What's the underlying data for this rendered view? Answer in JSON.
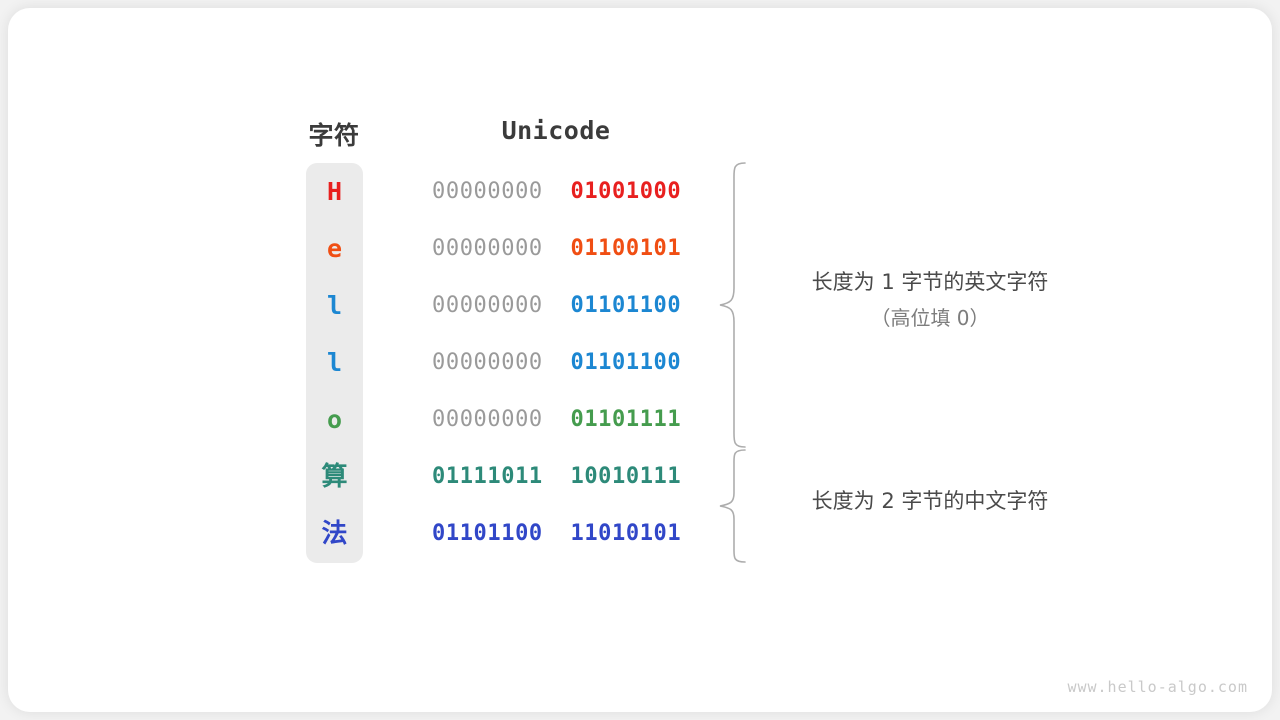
{
  "diagram": {
    "title_char_column": "字符",
    "title_unicode_column": "Unicode",
    "watermark": "www.hello-algo.com",
    "colors": {
      "background": "#f2f2f2",
      "card": "#ffffff",
      "char_column_pill": "#ebebeb",
      "padding_byte": "#9a9a9a",
      "header_text": "#3b3b3b",
      "annotation_text": "#4a4a4a",
      "annotation_sub_text": "#7d7d7d",
      "brace_stroke": "#adadad",
      "watermark_text": "#c9c9c9"
    },
    "rows": [
      {
        "char": "H",
        "script": "latin",
        "color": "#e8201f",
        "high_byte": "00000000",
        "low_byte": "01001000",
        "high_byte_is_padding": true
      },
      {
        "char": "e",
        "script": "latin",
        "color": "#f04e13",
        "high_byte": "00000000",
        "low_byte": "01100101",
        "high_byte_is_padding": true
      },
      {
        "char": "l",
        "script": "latin",
        "color": "#1c87d2",
        "high_byte": "00000000",
        "low_byte": "01101100",
        "high_byte_is_padding": true
      },
      {
        "char": "l",
        "script": "latin",
        "color": "#1c87d2",
        "high_byte": "00000000",
        "low_byte": "01101100",
        "high_byte_is_padding": true
      },
      {
        "char": "o",
        "script": "latin",
        "color": "#459c4e",
        "high_byte": "00000000",
        "low_byte": "01101111",
        "high_byte_is_padding": true
      },
      {
        "char": "算",
        "script": "cjk",
        "color": "#2d8a79",
        "high_byte": "01111011",
        "low_byte": "10010111",
        "high_byte_is_padding": false
      },
      {
        "char": "法",
        "script": "cjk",
        "color": "#3147c8",
        "high_byte": "01101100",
        "low_byte": "11010101",
        "high_byte_is_padding": false
      }
    ],
    "annotations": [
      {
        "main": "长度为 1 字节的英文字符",
        "sub": "（高位填 0）"
      },
      {
        "main": "长度为 2 字节的中文字符",
        "sub": ""
      }
    ]
  }
}
